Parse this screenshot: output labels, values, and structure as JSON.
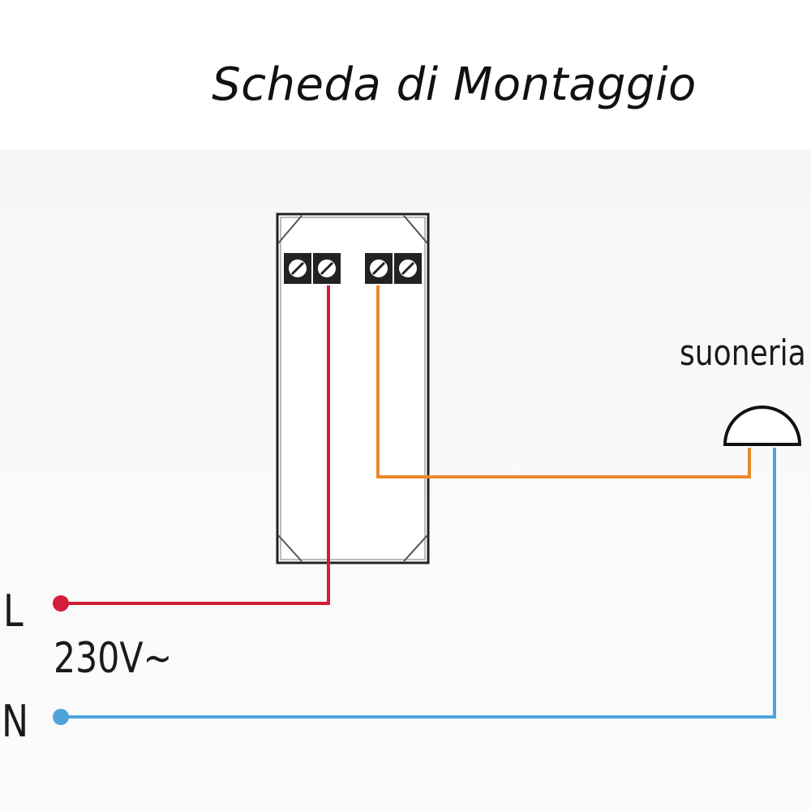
{
  "title": "Scheda di Montaggio",
  "labels": {
    "line": "L",
    "neutral": "N",
    "voltage": "230V~",
    "bell": "suoneria"
  },
  "colors": {
    "line_wire": "#d21e3a",
    "neutral_wire": "#4fa3dc",
    "bell_wire": "#e8892e",
    "outline": "#222222"
  },
  "components": {
    "switch_module": "push-button-module",
    "terminal_count": 4,
    "bell_icon": "bell-dome-icon"
  }
}
